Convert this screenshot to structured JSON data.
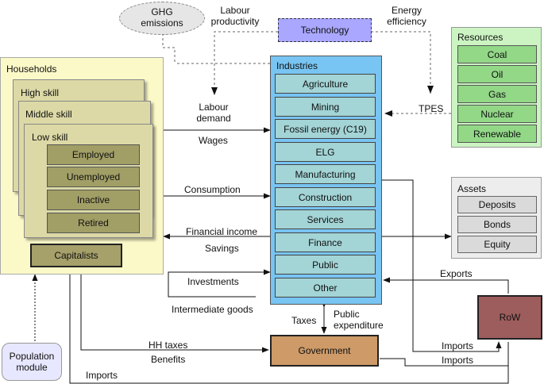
{
  "ghg": "GHG\nemissions",
  "technology": "Technology",
  "labour_productivity": "Labour\nproductivity",
  "energy_efficiency": "Energy\nefficiency",
  "households": {
    "title": "Households",
    "high_skill": "High skill",
    "middle_skill": "Middle skill",
    "low_skill": "Low skill",
    "statuses": [
      "Employed",
      "Unemployed",
      "Inactive",
      "Retired"
    ],
    "capitalists": "Capitalists"
  },
  "industries": {
    "title": "Industries",
    "sectors": [
      "Agriculture",
      "Mining",
      "Fossil energy (C19)",
      "ELG",
      "Manufacturing",
      "Construction",
      "Services",
      "Finance",
      "Public",
      "Other"
    ]
  },
  "resources": {
    "title": "Resources",
    "items": [
      "Coal",
      "Oil",
      "Gas",
      "Nuclear",
      "Renewable"
    ]
  },
  "assets": {
    "title": "Assets",
    "items": [
      "Deposits",
      "Bonds",
      "Equity"
    ]
  },
  "flows": {
    "labour_demand": "Labour\ndemand",
    "wages": "Wages",
    "consumption": "Consumption",
    "financial_income": "Financial income",
    "savings": "Savings",
    "investments": "Investments",
    "intermediate_goods": "Intermediate goods",
    "taxes": "Taxes",
    "public_expenditure": "Public\nexpenditure",
    "hh_taxes": "HH taxes",
    "benefits": "Benefits",
    "exports": "Exports",
    "imports_row": "Imports",
    "imports_gov": "Imports",
    "imports_bottom": "Imports",
    "tpes": "TPES"
  },
  "government": "Government",
  "row": "RoW",
  "population_module": "Population\nmodule",
  "colors": {
    "households_bg": "#fcf9c8",
    "skill_bg": "#dcd9a6",
    "status_bg": "#a19e66",
    "capitalists_bg": "#a6a06a",
    "industries_bg": "#78c4f2",
    "sector_bg": "#a3d4d6",
    "resources_bg": "#cbf4c2",
    "resource_item_bg": "#92d887",
    "assets_bg": "#ededed",
    "asset_item_bg": "#dadada",
    "technology_bg": "#a9a7ff",
    "ghg_bg": "#e6e6e6",
    "government_bg": "#cd9a68",
    "row_bg": "#9d5d5d",
    "population_bg": "#e7e7ff"
  }
}
